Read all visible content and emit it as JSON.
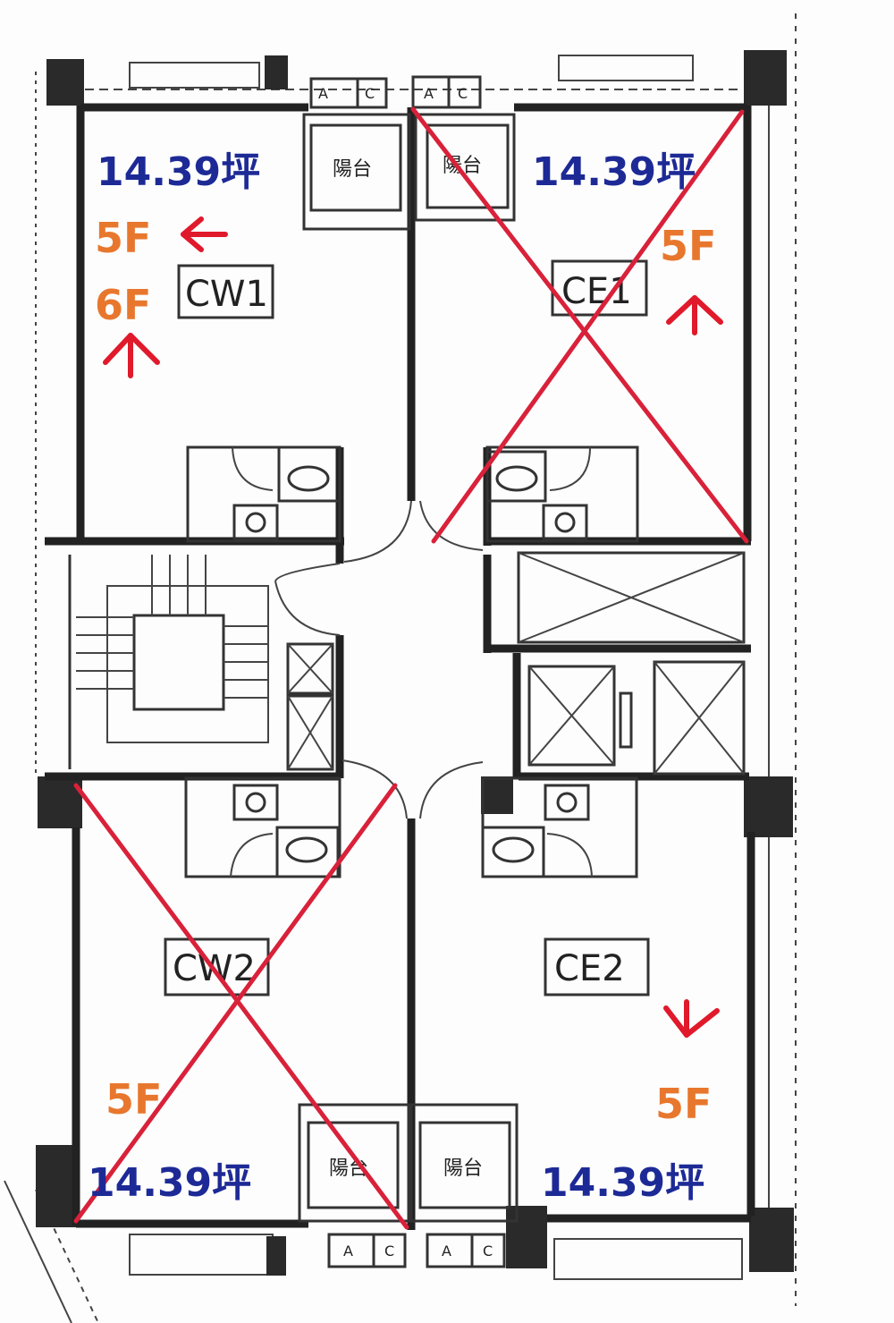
{
  "units": {
    "cw1": {
      "label": "CW1",
      "area": "14.39坪",
      "floors": [
        "5F",
        "6F"
      ],
      "crossed": false
    },
    "ce1": {
      "label": "CE1",
      "area": "14.39坪",
      "floors": [
        "5F"
      ],
      "crossed": true
    },
    "cw2": {
      "label": "CW2",
      "area": "14.39坪",
      "floors": [
        "5F"
      ],
      "crossed": true
    },
    "ce2": {
      "label": "CE2",
      "area": "14.39坪",
      "floors": [
        "5F"
      ],
      "crossed": false
    }
  },
  "balcony_label": "陽台",
  "ac_labels": {
    "a": "A",
    "c": "C"
  },
  "annotation_color_area": "#1d2a96",
  "annotation_color_floor": "#e8772e",
  "annotation_color_mark": "#d9213a"
}
